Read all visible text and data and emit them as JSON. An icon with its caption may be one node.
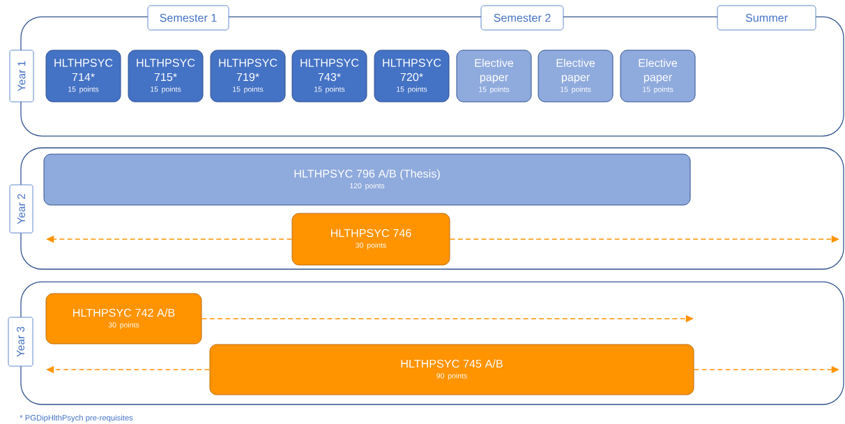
{
  "diagram": {
    "nodes": [
      {
        "text": [
          "Semester 1"
        ]
      },
      {
        "text": [
          "Semester 2"
        ]
      },
      {
        "text": [
          "Summer"
        ]
      },
      {
        "text": [
          "Year 1"
        ]
      },
      {
        "text": [
          "HLTHPSYC 714*",
          "15 points"
        ],
        "in": 3
      },
      {
        "text": [
          "HLTHPSYC 715*",
          "15 points"
        ],
        "in": 3
      },
      {
        "text": [
          "HLTHPSYC 719*",
          "15 points"
        ],
        "in": 3
      },
      {
        "text": [
          "HLTHPSYC 743*",
          "15 points"
        ],
        "in": 3
      },
      {
        "text": [
          "HLTHPSYC 720*",
          "15 points"
        ],
        "in": 3
      },
      {
        "text": [
          "Elective paper",
          "15 points"
        ],
        "in": 3
      },
      {
        "text": [
          "Elective paper",
          "15 points"
        ],
        "in": 3
      },
      {
        "text": [
          "Elective paper",
          "15 points"
        ],
        "in": 3
      },
      {
        "text": [
          "Year 2"
        ]
      },
      {
        "text": [
          "HLTHPSYC 796 A/B (Thesis)",
          "120 points"
        ],
        "in": 12
      },
      {
        "text": [
          "HLTHPSYC 746",
          "30 points"
        ],
        "in": 12
      },
      {
        "text": [
          "Year 3"
        ]
      },
      {
        "text": [
          "HLTHPSYC 742 A/B",
          "30 points"
        ],
        "in": 15
      },
      {
        "text": [
          "HLTHPSYC 745 A/B",
          "90 points"
        ],
        "in": 15
      }
    ],
    "edges": [
      {
        "from": 14,
        "to": null,
        "arrow": "to",
        "style": "dashed"
      },
      {
        "from": 14,
        "to": null,
        "arrow": "to",
        "style": "dashed"
      },
      {
        "from": 16,
        "to": null,
        "arrow": "to",
        "style": "dashed"
      },
      {
        "from": 17,
        "to": null,
        "arrow": "to",
        "style": "dashed"
      },
      {
        "from": 17,
        "to": null,
        "arrow": "to",
        "style": "dashed"
      }
    ],
    "labels": [
      "* PGDipHlthPsych pre-requisites"
    ]
  }
}
